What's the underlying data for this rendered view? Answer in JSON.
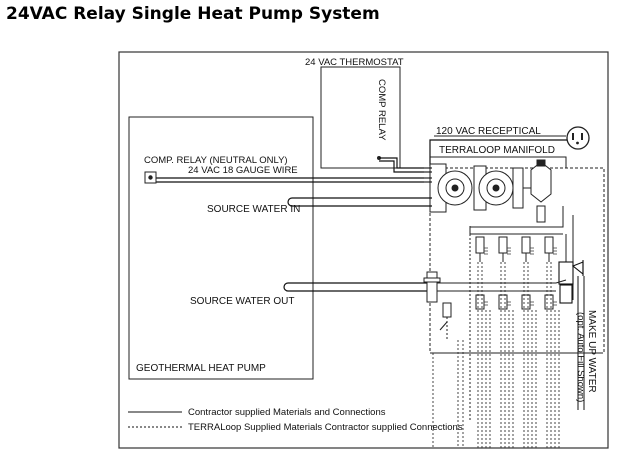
{
  "title": "24VAC Relay Single Heat Pump System",
  "labels": {
    "thermostat": "24 VAC THERMOSTAT",
    "comp_relay": "COMP RELAY",
    "receptacle": "120 VAC RECEPTICAL",
    "manifold": "TERRALOOP MANIFOLD",
    "comp_relay_neutral": "COMP. RELAY (NEUTRAL ONLY)",
    "gauge_wire": "24 VAC 18 GAUGE WIRE",
    "source_in": "SOURCE WATER IN",
    "source_out": "SOURCE WATER OUT",
    "heat_pump": "GEOTHERMAL HEAT PUMP",
    "make_up_water": "MAKE UP WATER",
    "auto_fill": "(opt. Auto Fill Shown)"
  },
  "legend": {
    "solid": "Contractor supplied Materials and Connections",
    "dashed": "TERRALoop Supplied Materials Contractor supplied Connections"
  },
  "colors": {
    "line": "#1a1a1a",
    "frame": "#333333",
    "background": "#ffffff"
  }
}
